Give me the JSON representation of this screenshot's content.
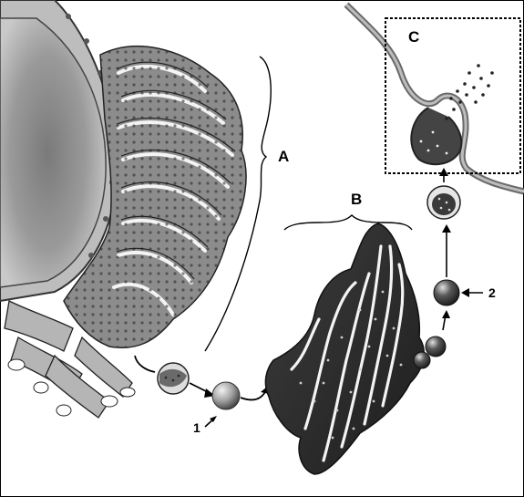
{
  "labels": {
    "A": "A",
    "B": "B",
    "C": "C",
    "n1": "1",
    "n2": "2"
  },
  "structures": [
    "nucleus",
    "rough-endoplasmic-reticulum",
    "transport-vesicle",
    "golgi-apparatus",
    "secretory-vesicle",
    "cell-membrane"
  ]
}
